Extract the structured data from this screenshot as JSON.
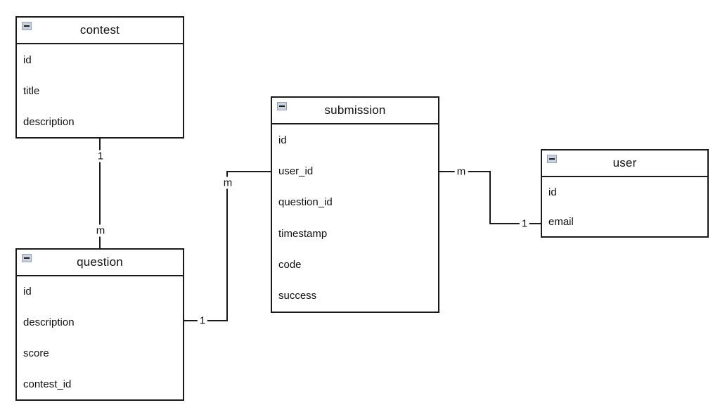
{
  "entities": [
    {
      "name": "contest",
      "fields": [
        "id",
        "title",
        "description"
      ]
    },
    {
      "name": "question",
      "fields": [
        "id",
        "description",
        "score",
        "contest_id"
      ]
    },
    {
      "name": "submission",
      "fields": [
        "id",
        "user_id",
        "question_id",
        "timestamp",
        "code",
        "success"
      ]
    },
    {
      "name": "user",
      "fields": [
        "id",
        "email"
      ]
    }
  ],
  "relationships": [
    {
      "from": "contest",
      "to": "question",
      "from_label": "1",
      "to_label": "m"
    },
    {
      "from": "question",
      "to": "submission",
      "from_label": "1",
      "to_label": "m"
    },
    {
      "from": "submission",
      "to": "user",
      "from_label": "m",
      "to_label": "1"
    }
  ],
  "icons": {
    "collapse": "minus-icon"
  },
  "colors": {
    "line": "#1a1a1a",
    "entity_border": "#1a1a1a",
    "entity_background": "#ffffff",
    "icon_background": "#c9d1dd",
    "icon_border": "#94a2b4"
  }
}
